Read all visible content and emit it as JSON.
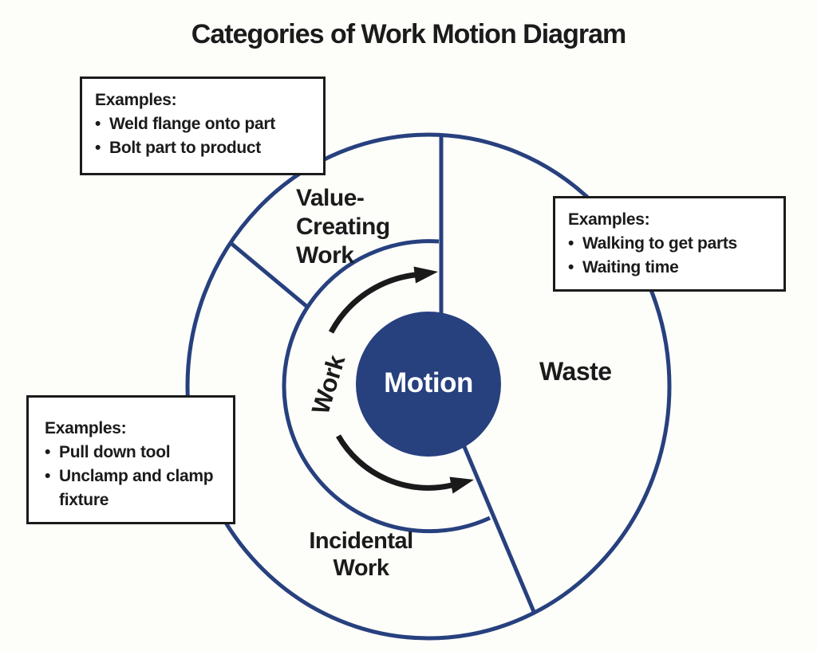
{
  "title": "Categories of Work Motion Diagram",
  "diagram": {
    "center_label": "Motion",
    "ring_label": "Work",
    "segments": {
      "value_creating": "Value-\nCreating\nWork",
      "waste": "Waste",
      "incidental": "Incidental\nWork"
    },
    "colors": {
      "navy": "#27407E",
      "arrow": "#1a1a1a",
      "text": "#1b1b1b",
      "box_border": "#1b1b1b",
      "background": "#fdfdfa"
    }
  },
  "example_boxes": {
    "bullet": "•",
    "value_creating": {
      "heading": "Examples:",
      "items": [
        "Weld flange onto part",
        "Bolt part to product"
      ]
    },
    "waste": {
      "heading": "Examples:",
      "items": [
        "Walking to get parts",
        "Waiting time"
      ]
    },
    "incidental": {
      "heading": "Examples:",
      "items": [
        "Pull down tool",
        "Unclamp and clamp fixture"
      ]
    }
  }
}
